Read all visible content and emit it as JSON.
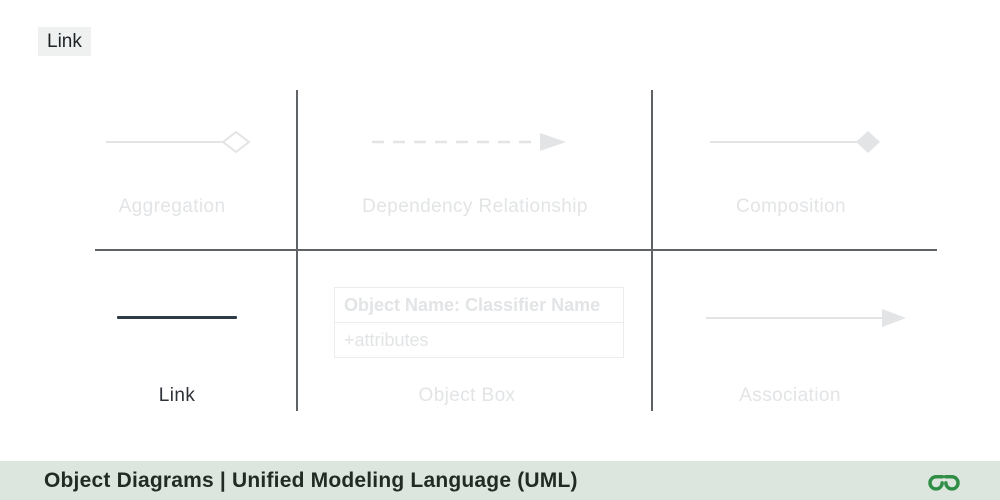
{
  "tag": {
    "label": "Link"
  },
  "cells": {
    "aggregation": {
      "label": "Aggregation",
      "icon": "aggregation-hollow-diamond-connector"
    },
    "dependency": {
      "label": "Dependency Relationship",
      "icon": "dashed-arrow-connector"
    },
    "composition": {
      "label": "Composition",
      "icon": "filled-diamond-connector"
    },
    "link": {
      "label": "Link",
      "icon": "solid-line-connector",
      "highlighted": true
    },
    "object_box": {
      "label": "Object Box",
      "title": "Object Name: Classifier Name",
      "attributes": "+attributes"
    },
    "association": {
      "label": "Association",
      "icon": "solid-arrow-connector"
    }
  },
  "footer": {
    "title": "Object Diagrams | Unified Modeling Language (UML)",
    "logo": "geeksforgeeks-logo"
  },
  "colors": {
    "accent_green": "#2f8d46",
    "highlight_dark": "#2e3a45",
    "faded_gray": "#e2e4e6",
    "grid_line": "#5f6366",
    "footer_bg": "#dde5df"
  }
}
